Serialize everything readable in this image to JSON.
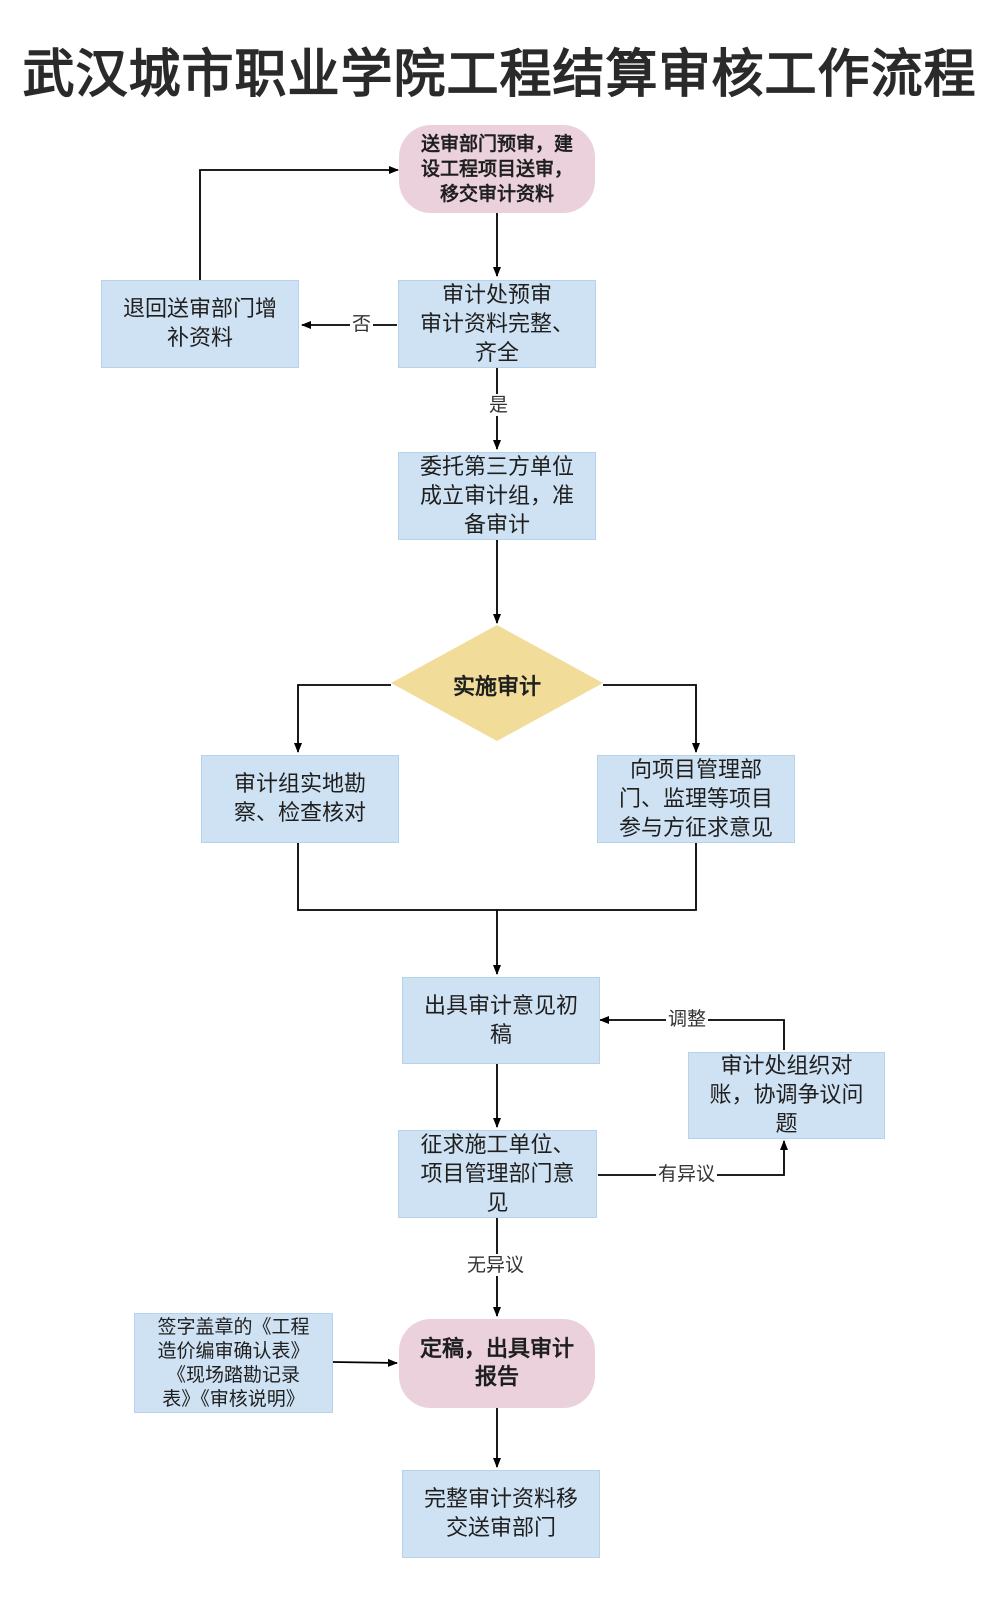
{
  "title": "武汉城市职业学院工程结算审核工作流程",
  "colors": {
    "terminal_fill": "#ead1dc",
    "process_fill": "#cfe2f3",
    "decision_fill": "#f2dc9a",
    "line": "#000000"
  },
  "nodes": {
    "start": "送审部门预审，建设工程项目送审，移交审计资料",
    "precheck": "审计处预审\n审计资料完整、\n齐全",
    "return": "退回送审部门增\n补资料",
    "entrust": "委托第三方单位\n成立审计组，准\n备审计",
    "implement": "实施审计",
    "site": "审计组实地勘\n察、检查核对",
    "consult": "向项目管理部\n门、监理等项目\n参与方征求意见",
    "draft": "出具审计意见初\n稿",
    "coordinate": "审计处组织对\n账，协调争议问\n题",
    "solicit": "征求施工单位、\n项目管理部门意\n见",
    "final": "定稿，出具审计\n报告",
    "docs": "签字盖章的《工程\n造价编审确认表》\n《现场踏勘记录\n表》《审核说明》",
    "handover": "完整审计资料移\n交送审部门"
  },
  "edge_labels": {
    "no": "否",
    "yes": "是",
    "adjust": "调整",
    "objection": "有异议",
    "no_objection": "无异议"
  }
}
